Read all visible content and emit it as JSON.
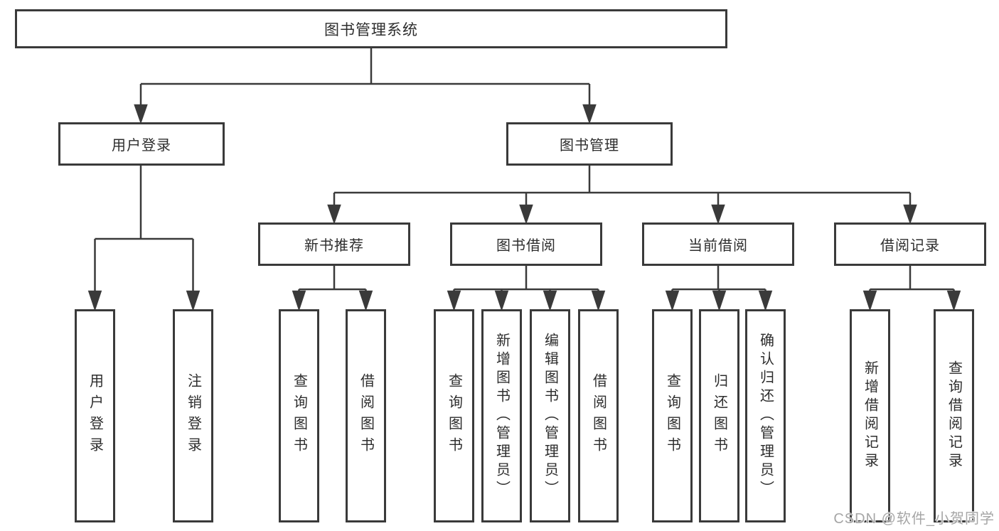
{
  "diagram": {
    "root": "图书管理系统",
    "level2": {
      "user_login": "用户登录",
      "book_mgmt": "图书管理"
    },
    "level3": {
      "new_books": "新书推荐",
      "book_borrow": "图书借阅",
      "current_borrow": "当前借阅",
      "borrow_records": "借阅记录"
    },
    "leaves": {
      "user": [
        "用户登录",
        "注销登录"
      ],
      "recommend": [
        "查询图书",
        "借阅图书"
      ],
      "borrow": [
        "查询图书",
        "新增图书（管理员）",
        "编辑图书（管理员）",
        "借阅图书"
      ],
      "current": [
        "查询图书",
        "归还图书",
        "确认归还（管理员）"
      ],
      "records": [
        "新增借阅记录",
        "查询借阅记录"
      ]
    }
  },
  "watermark": "CSDN @软件_小贺同学",
  "colors": {
    "line": "#3a3a3a",
    "text": "#2d2d2d",
    "background": "#ffffff",
    "watermark": "#a6a6a6"
  }
}
